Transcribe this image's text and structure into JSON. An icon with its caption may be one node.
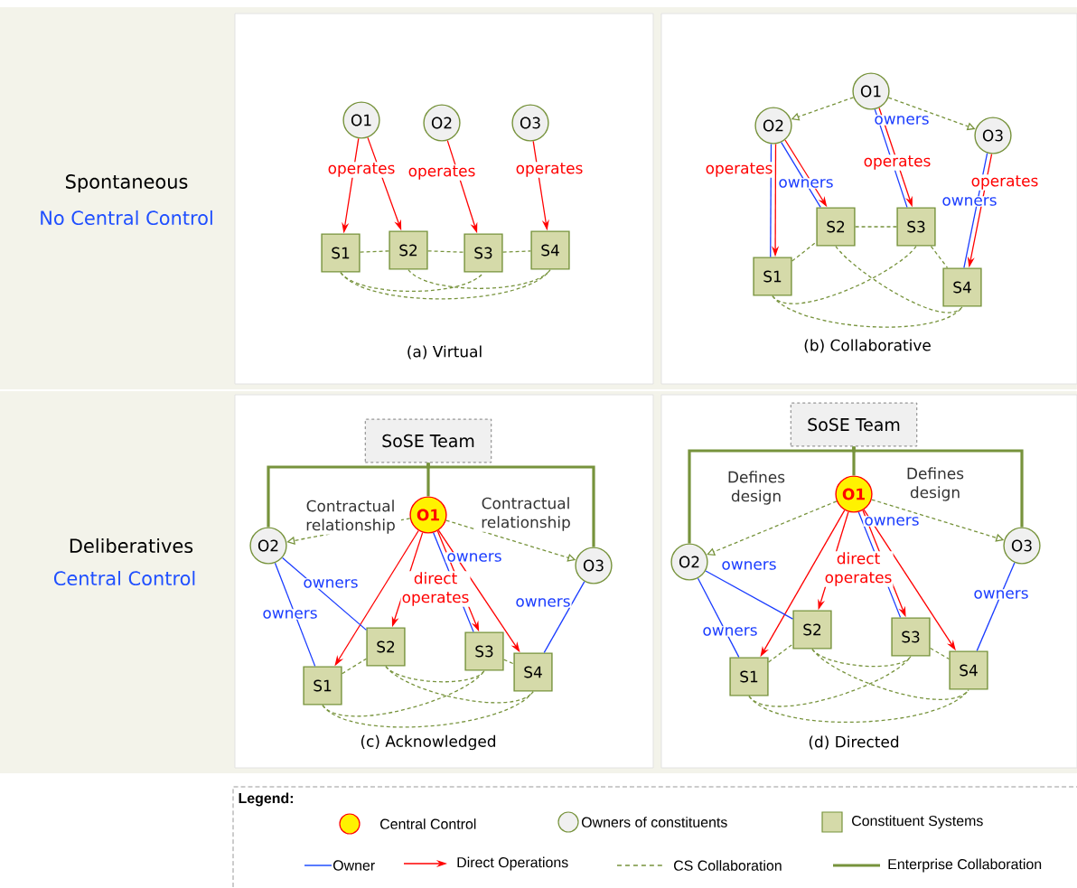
{
  "diagram": {
    "nodes": [
      {
        "text": [
          "(a) Virtual"
        ]
      },
      {
        "text": [
          "O1"
        ],
        "in": 0
      },
      {
        "text": [
          "O2"
        ],
        "in": 0
      },
      {
        "text": [
          "O3"
        ],
        "in": 0
      },
      {
        "text": [
          "S1"
        ],
        "in": 0
      },
      {
        "text": [
          "S2"
        ],
        "in": 0
      },
      {
        "text": [
          "S3"
        ],
        "in": 0
      },
      {
        "text": [
          "S4"
        ],
        "in": 0
      },
      {
        "text": [
          "(b) Collaborative"
        ]
      },
      {
        "text": [
          "O1"
        ],
        "in": 8
      },
      {
        "text": [
          "O2"
        ],
        "in": 8
      },
      {
        "text": [
          "O3"
        ],
        "in": 8
      },
      {
        "text": [
          "S1"
        ],
        "in": 8
      },
      {
        "text": [
          "S2"
        ],
        "in": 8
      },
      {
        "text": [
          "S3"
        ],
        "in": 8
      },
      {
        "text": [
          "S4"
        ],
        "in": 8
      },
      {
        "text": [
          "(c) Acknowledged"
        ]
      },
      {
        "text": [
          "SoSE Team"
        ],
        "in": 16
      },
      {
        "text": [
          "O1"
        ],
        "in": 16
      },
      {
        "text": [
          "O2"
        ],
        "in": 16
      },
      {
        "text": [
          "O3"
        ],
        "in": 16
      },
      {
        "text": [
          "S1"
        ],
        "in": 16
      },
      {
        "text": [
          "S2"
        ],
        "in": 16
      },
      {
        "text": [
          "S3"
        ],
        "in": 16
      },
      {
        "text": [
          "S4"
        ],
        "in": 16
      },
      {
        "text": [
          "(d) Directed"
        ]
      },
      {
        "text": [
          "SoSE Team"
        ],
        "in": 25
      },
      {
        "text": [
          "O1"
        ],
        "in": 25
      },
      {
        "text": [
          "O2"
        ],
        "in": 25
      },
      {
        "text": [
          "O3"
        ],
        "in": 25
      },
      {
        "text": [
          "S1"
        ],
        "in": 25
      },
      {
        "text": [
          "S2"
        ],
        "in": 25
      },
      {
        "text": [
          "S3"
        ],
        "in": 25
      },
      {
        "text": [
          "S4"
        ],
        "in": 25
      }
    ],
    "edges": [
      {
        "from": 1,
        "to": 4,
        "arrow": "to",
        "color": "#ff0000",
        "label": "operates"
      },
      {
        "from": 1,
        "to": 5,
        "arrow": "to",
        "color": "#ff0000"
      },
      {
        "from": 2,
        "to": 6,
        "arrow": "to",
        "color": "#ff0000",
        "label": "operates"
      },
      {
        "from": 3,
        "to": 7,
        "arrow": "to",
        "color": "#ff0000",
        "label": "operates"
      },
      {
        "from": 4,
        "to": 5,
        "arrow": "none",
        "style": "dashed"
      },
      {
        "from": 5,
        "to": 6,
        "arrow": "none",
        "style": "dashed"
      },
      {
        "from": 6,
        "to": 7,
        "arrow": "none",
        "style": "dashed"
      },
      {
        "from": 4,
        "to": 6,
        "arrow": "none",
        "style": "dashed"
      },
      {
        "from": 5,
        "to": 7,
        "arrow": "none",
        "style": "dashed"
      },
      {
        "from": 4,
        "to": 7,
        "arrow": "none",
        "style": "dashed"
      },
      {
        "from": 9,
        "to": 10,
        "arrow": "to",
        "style": "dashed"
      },
      {
        "from": 9,
        "to": 11,
        "arrow": "to",
        "style": "dashed"
      },
      {
        "from": 10,
        "to": 12,
        "arrow": "to",
        "color": "#ff0000",
        "label": "operates"
      },
      {
        "from": 10,
        "to": 12,
        "arrow": "none",
        "color": "#1a3cff"
      },
      {
        "from": 10,
        "to": 13,
        "arrow": "to",
        "color": "#ff0000"
      },
      {
        "from": 10,
        "to": 13,
        "arrow": "none",
        "color": "#1a3cff",
        "label": "owners"
      },
      {
        "from": 9,
        "to": 14,
        "arrow": "to",
        "color": "#ff0000",
        "label": "operates"
      },
      {
        "from": 9,
        "to": 14,
        "arrow": "none",
        "color": "#1a3cff",
        "label": "owners"
      },
      {
        "from": 11,
        "to": 15,
        "arrow": "to",
        "color": "#ff0000",
        "label": "operates"
      },
      {
        "from": 11,
        "to": 15,
        "arrow": "none",
        "color": "#1a3cff",
        "label": "owners"
      },
      {
        "from": 12,
        "to": 13,
        "arrow": "none",
        "style": "dashed"
      },
      {
        "from": 13,
        "to": 14,
        "arrow": "none",
        "style": "dashed"
      },
      {
        "from": 14,
        "to": 15,
        "arrow": "none",
        "style": "dashed"
      },
      {
        "from": 12,
        "to": 14,
        "arrow": "none",
        "style": "dashed"
      },
      {
        "from": 13,
        "to": 15,
        "arrow": "none",
        "style": "dashed"
      },
      {
        "from": 12,
        "to": 15,
        "arrow": "none",
        "style": "dashed"
      },
      {
        "from": 17,
        "to": 18,
        "arrow": "none",
        "style": "thick"
      },
      {
        "from": 17,
        "to": 19,
        "arrow": "none",
        "style": "thick"
      },
      {
        "from": 17,
        "to": 20,
        "arrow": "none",
        "style": "thick"
      },
      {
        "from": 18,
        "to": 19,
        "arrow": "to",
        "style": "dashed",
        "label": "Contractual relationship"
      },
      {
        "from": 18,
        "to": 20,
        "arrow": "to",
        "style": "dashed",
        "label": "Contractual relationship"
      },
      {
        "from": 18,
        "to": 21,
        "arrow": "to",
        "color": "#ff0000"
      },
      {
        "from": 18,
        "to": 22,
        "arrow": "to",
        "color": "#ff0000",
        "label": "direct operates"
      },
      {
        "from": 18,
        "to": 23,
        "arrow": "to",
        "color": "#ff0000"
      },
      {
        "from": 18,
        "to": 24,
        "arrow": "to",
        "color": "#ff0000"
      },
      {
        "from": 18,
        "to": 23,
        "arrow": "none",
        "color": "#1a3cff",
        "label": "owners"
      },
      {
        "from": 19,
        "to": 21,
        "arrow": "none",
        "color": "#1a3cff",
        "label": "owners"
      },
      {
        "from": 19,
        "to": 22,
        "arrow": "none",
        "color": "#1a3cff",
        "label": "owners"
      },
      {
        "from": 20,
        "to": 24,
        "arrow": "none",
        "color": "#1a3cff",
        "label": "owners"
      },
      {
        "from": 21,
        "to": 22,
        "arrow": "none",
        "style": "dashed"
      },
      {
        "from": 22,
        "to": 23,
        "arrow": "none",
        "style": "dashed"
      },
      {
        "from": 23,
        "to": 24,
        "arrow": "none",
        "style": "dashed"
      },
      {
        "from": 21,
        "to": 23,
        "arrow": "none",
        "style": "dashed"
      },
      {
        "from": 22,
        "to": 24,
        "arrow": "none",
        "style": "dashed"
      },
      {
        "from": 21,
        "to": 24,
        "arrow": "none",
        "style": "dashed"
      },
      {
        "from": 26,
        "to": 27,
        "arrow": "none",
        "style": "thick"
      },
      {
        "from": 26,
        "to": 28,
        "arrow": "none",
        "style": "thick"
      },
      {
        "from": 26,
        "to": 29,
        "arrow": "none",
        "style": "thick"
      },
      {
        "from": 27,
        "to": 28,
        "arrow": "to",
        "style": "dashed",
        "label": "Defines design"
      },
      {
        "from": 27,
        "to": 29,
        "arrow": "to",
        "style": "dashed",
        "label": "Defines design"
      },
      {
        "from": 27,
        "to": 30,
        "arrow": "to",
        "color": "#ff0000"
      },
      {
        "from": 27,
        "to": 31,
        "arrow": "to",
        "color": "#ff0000",
        "label": "direct operates"
      },
      {
        "from": 27,
        "to": 32,
        "arrow": "to",
        "color": "#ff0000"
      },
      {
        "from": 27,
        "to": 33,
        "arrow": "to",
        "color": "#ff0000"
      },
      {
        "from": 27,
        "to": 32,
        "arrow": "none",
        "color": "#1a3cff",
        "label": "owners"
      },
      {
        "from": 28,
        "to": 30,
        "arrow": "none",
        "color": "#1a3cff",
        "label": "owners"
      },
      {
        "from": 28,
        "to": 31,
        "arrow": "none",
        "color": "#1a3cff",
        "label": "owners"
      },
      {
        "from": 29,
        "to": 33,
        "arrow": "none",
        "color": "#1a3cff",
        "label": "owners"
      },
      {
        "from": 30,
        "to": 31,
        "arrow": "none",
        "style": "dashed"
      },
      {
        "from": 31,
        "to": 32,
        "arrow": "none",
        "style": "dashed"
      },
      {
        "from": 32,
        "to": 33,
        "arrow": "none",
        "style": "dashed"
      },
      {
        "from": 30,
        "to": 32,
        "arrow": "none",
        "style": "dashed"
      },
      {
        "from": 31,
        "to": 33,
        "arrow": "none",
        "style": "dashed"
      },
      {
        "from": 30,
        "to": 33,
        "arrow": "none",
        "style": "dashed"
      }
    ],
    "labels": [
      "Spontaneous",
      "No Central Control",
      "Deliberatives",
      "Central Control",
      "Legend:"
    ],
    "legend": [
      {
        "text": "Central Control"
      },
      {
        "text": "Owners of constituents"
      },
      {
        "text": "Constituent Systems"
      },
      {
        "text": "Owner"
      },
      {
        "text": "Direct Operations"
      },
      {
        "text": "CS Collaboration"
      },
      {
        "text": "Enterprise Collaboration"
      }
    ]
  }
}
